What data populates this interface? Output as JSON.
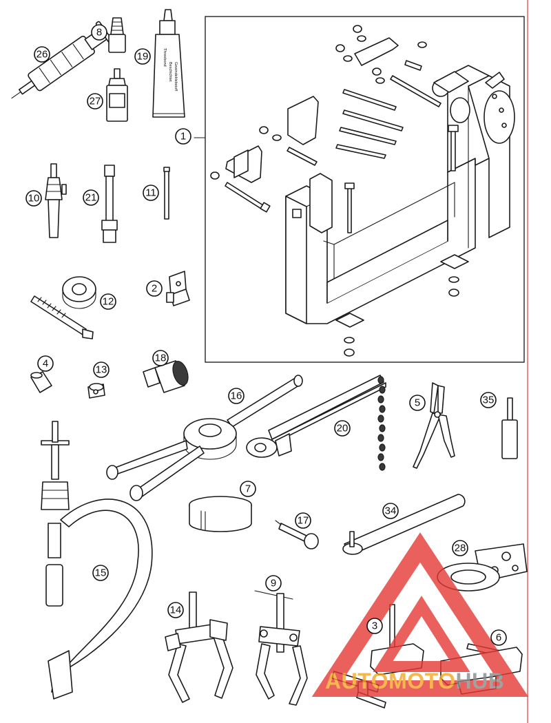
{
  "callouts": {
    "c26": "26",
    "c8": "8",
    "c19": "19",
    "c27": "27",
    "c1": "1",
    "c10": "10",
    "c21": "21",
    "c11": "11",
    "c12": "12",
    "c2": "2",
    "c4": "4",
    "c13": "13",
    "c18": "18",
    "c16": "16",
    "c20": "20",
    "c5": "5",
    "c35": "35",
    "c7": "7",
    "c17": "17",
    "c34": "34",
    "c28": "28",
    "c15": "15",
    "c14": "14",
    "c9": "9",
    "c3": "3",
    "c6": "6"
  },
  "tube_label": {
    "line1": "Threebond",
    "line2": "Beschichtet",
    "line3": "Gewindeklebstoff"
  },
  "watermark": {
    "part1": "AUTO",
    "part2": "MOTO",
    "part3": "HUB",
    "color_red": "#e53935",
    "color_orange": "#f5a623",
    "color_grey": "#8a8a8a"
  }
}
